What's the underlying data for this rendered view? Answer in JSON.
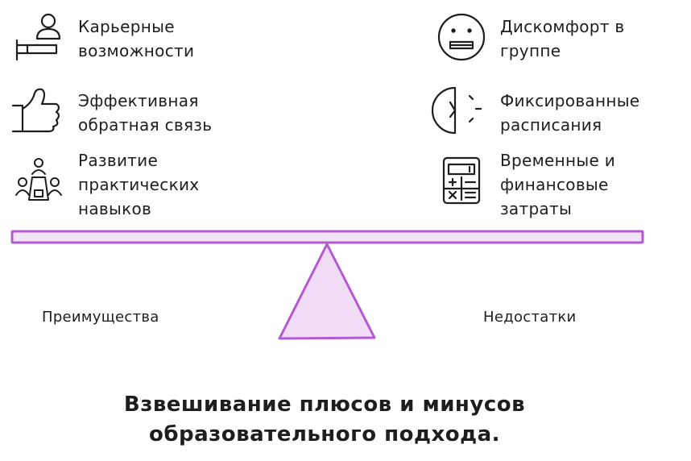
{
  "pros": [
    {
      "icon": "career-person-icon",
      "line1": "Карьерные",
      "line2": "возможности",
      "line3": ""
    },
    {
      "icon": "thumbs-up-icon",
      "line1": "Эффективная",
      "line2": "обратная связь",
      "line3": ""
    },
    {
      "icon": "group-people-icon",
      "line1": "Развитие",
      "line2": "практических",
      "line3": "навыков"
    }
  ],
  "cons": [
    {
      "icon": "uncomfortable-face-icon",
      "line1": "Дискомфорт в",
      "line2": "группе",
      "line3": ""
    },
    {
      "icon": "half-clock-icon",
      "line1": "Фиксированные",
      "line2": "расписания",
      "line3": ""
    },
    {
      "icon": "calculator-icon",
      "line1": "Временные и",
      "line2": "финансовые",
      "line3": "затраты"
    }
  ],
  "left_label": "Преимущества",
  "right_label": "Недостатки",
  "caption_line1": "Взвешивание плюсов и минусов",
  "caption_line2": "образовательного подхода.",
  "colors": {
    "stroke": "#1e1e1e",
    "beam_stroke": "#b45ad1",
    "beam_fill": "#f3e3f9",
    "fulcrum_fill": "#f1dcf7",
    "background": "#ffffff"
  }
}
